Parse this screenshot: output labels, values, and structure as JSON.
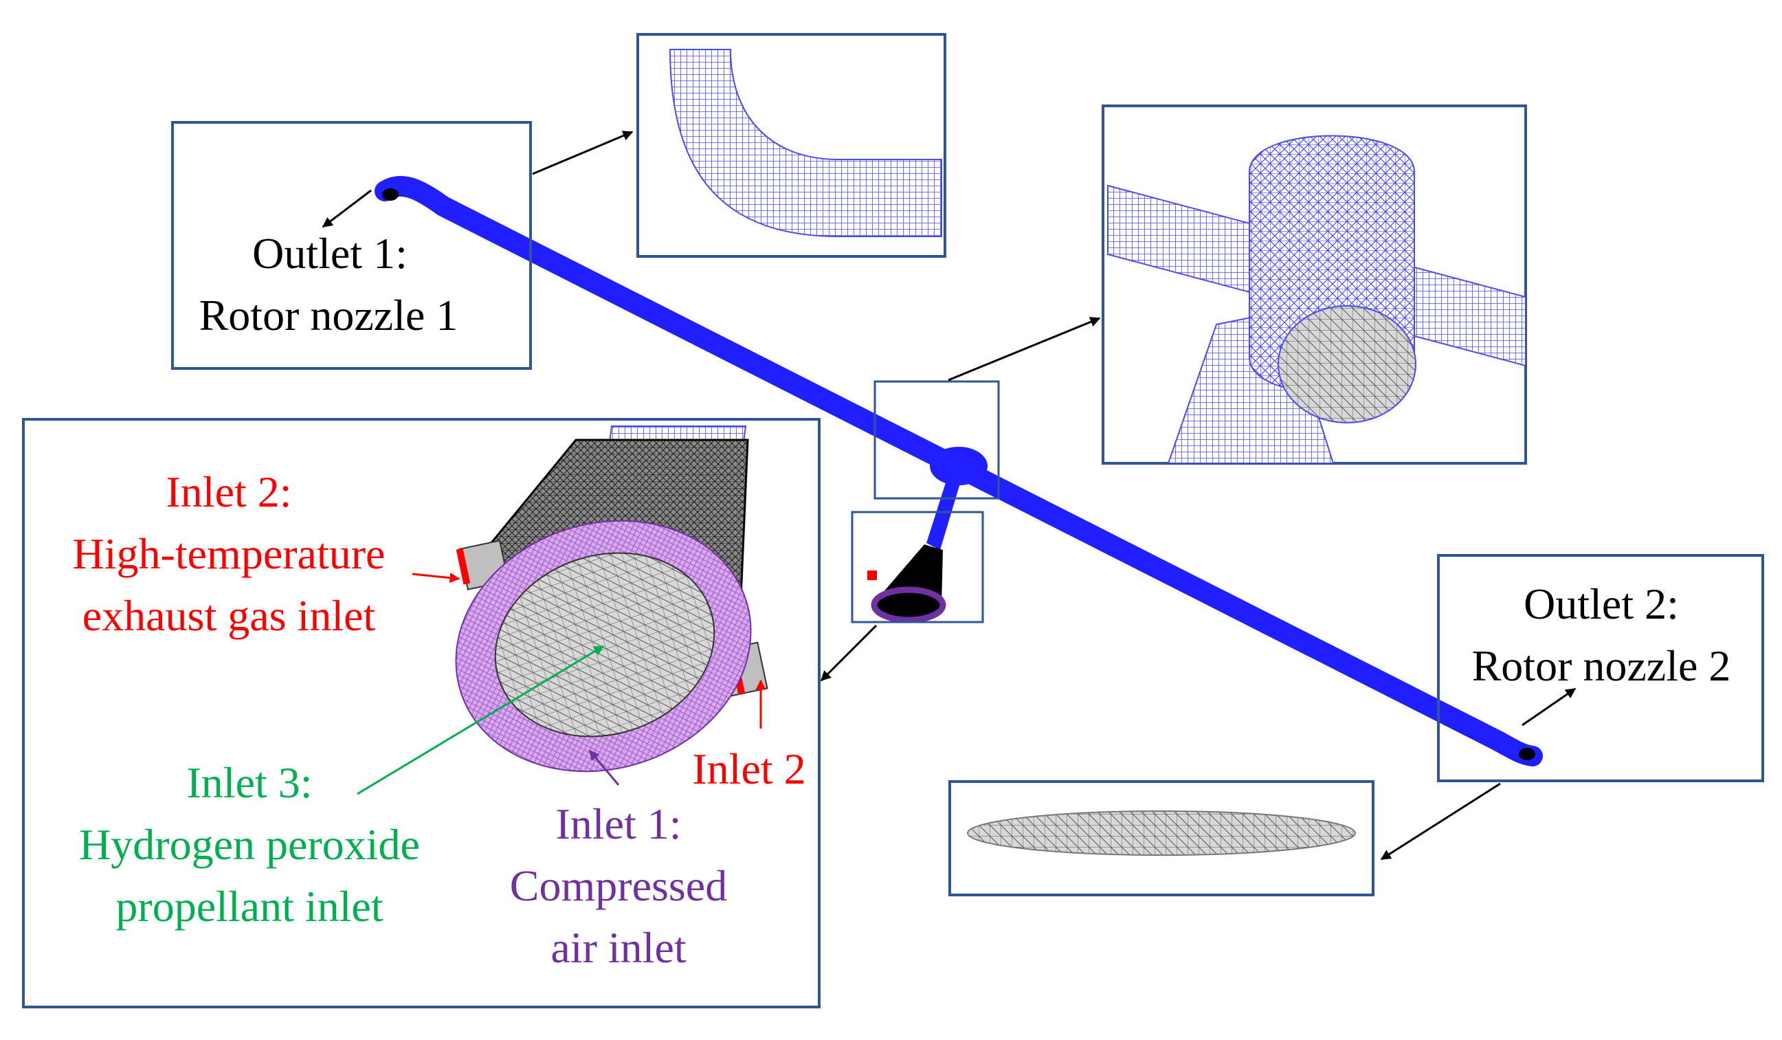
{
  "labels": {
    "outlet1_line1": "Outlet 1:",
    "outlet1_line2": "Rotor nozzle 1",
    "outlet2_line1": "Outlet 2:",
    "outlet2_line2": "Rotor nozzle 2",
    "inlet2_line1": "Inlet 2:",
    "inlet2_line2": "High-temperature",
    "inlet2_line3": "exhaust gas inlet",
    "inlet2_short": "Inlet 2",
    "inlet3_line1": "Inlet 3:",
    "inlet3_line2": "Hydrogen peroxide",
    "inlet3_line3": "propellant inlet",
    "inlet1_line1": "Inlet 1:",
    "inlet1_line2": "Compressed",
    "inlet1_line3": "air inlet"
  },
  "colors": {
    "frame": "#2f5597",
    "rotor_blue": "#1f1fff",
    "mesh_blue": "#4a4af0",
    "mesh_gray": "#c8c8c8",
    "inlet_red": "#ff0000",
    "inlet_green": "#00b050",
    "inlet_purple": "#7030a0",
    "compressed_air_ring": "#cc88e8",
    "black": "#000000"
  }
}
